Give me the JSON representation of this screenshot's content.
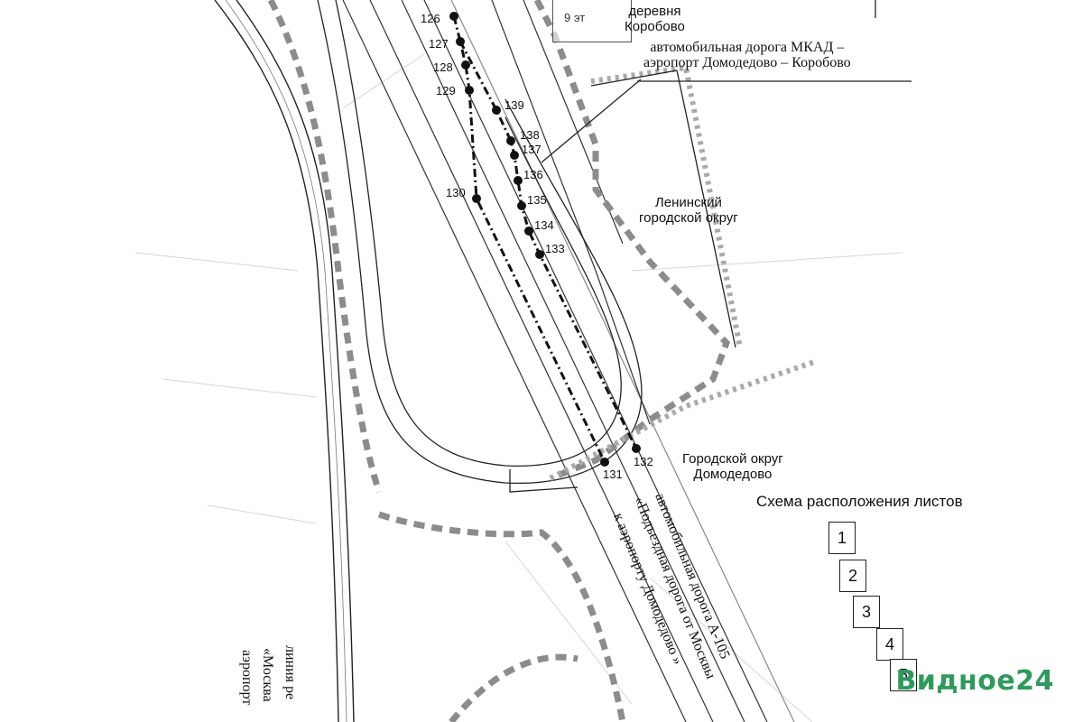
{
  "map": {
    "labels": {
      "village": "деревня\nКоробово",
      "road_mkad": "автомобильная дорога МКАД  –\nаэропорт Домодедово – Коробово",
      "leninsky": "Ленинский\nгородской округ",
      "domodedovo": "Городской округ\nДомодедово",
      "floors": "9 эт"
    },
    "rotated": {
      "road_a105": "автомобильная дорога А-105",
      "approach": "«Подъездная дорога от Москвы",
      "airport": "к аэропорту Домодедово »",
      "rail1": "линия ре",
      "rail2": "«Москва",
      "rail3": "аэропорт"
    },
    "points": [
      {
        "id": "126",
        "label": "126"
      },
      {
        "id": "127",
        "label": "127"
      },
      {
        "id": "128",
        "label": "128"
      },
      {
        "id": "129",
        "label": "129"
      },
      {
        "id": "130",
        "label": "130"
      },
      {
        "id": "139",
        "label": "139"
      },
      {
        "id": "138",
        "label": "138"
      },
      {
        "id": "137",
        "label": "137"
      },
      {
        "id": "136",
        "label": "136"
      },
      {
        "id": "135",
        "label": "135"
      },
      {
        "id": "134",
        "label": "134"
      },
      {
        "id": "133",
        "label": "133"
      },
      {
        "id": "131",
        "label": "131"
      },
      {
        "id": "132",
        "label": "132"
      }
    ]
  },
  "sheet_scheme": {
    "title": "Схема расположения листов",
    "sheets": [
      "1",
      "2",
      "3",
      "4",
      "5"
    ]
  },
  "watermark": {
    "brand": "Видное",
    "number": "24",
    "color": "#2e9a5c"
  }
}
